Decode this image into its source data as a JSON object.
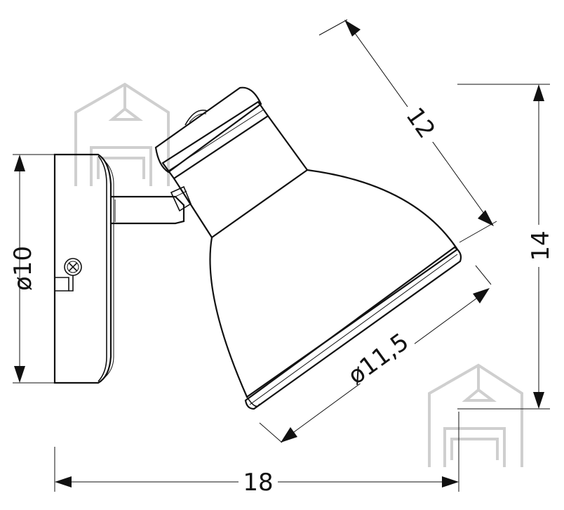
{
  "drawing": {
    "dimensions": {
      "backplate_diameter": "ø10",
      "arm_length": "12",
      "total_height": "14",
      "shade_diameter": "ø11,5",
      "total_width": "18"
    },
    "watermark_icon": "house-sofa-logo"
  }
}
